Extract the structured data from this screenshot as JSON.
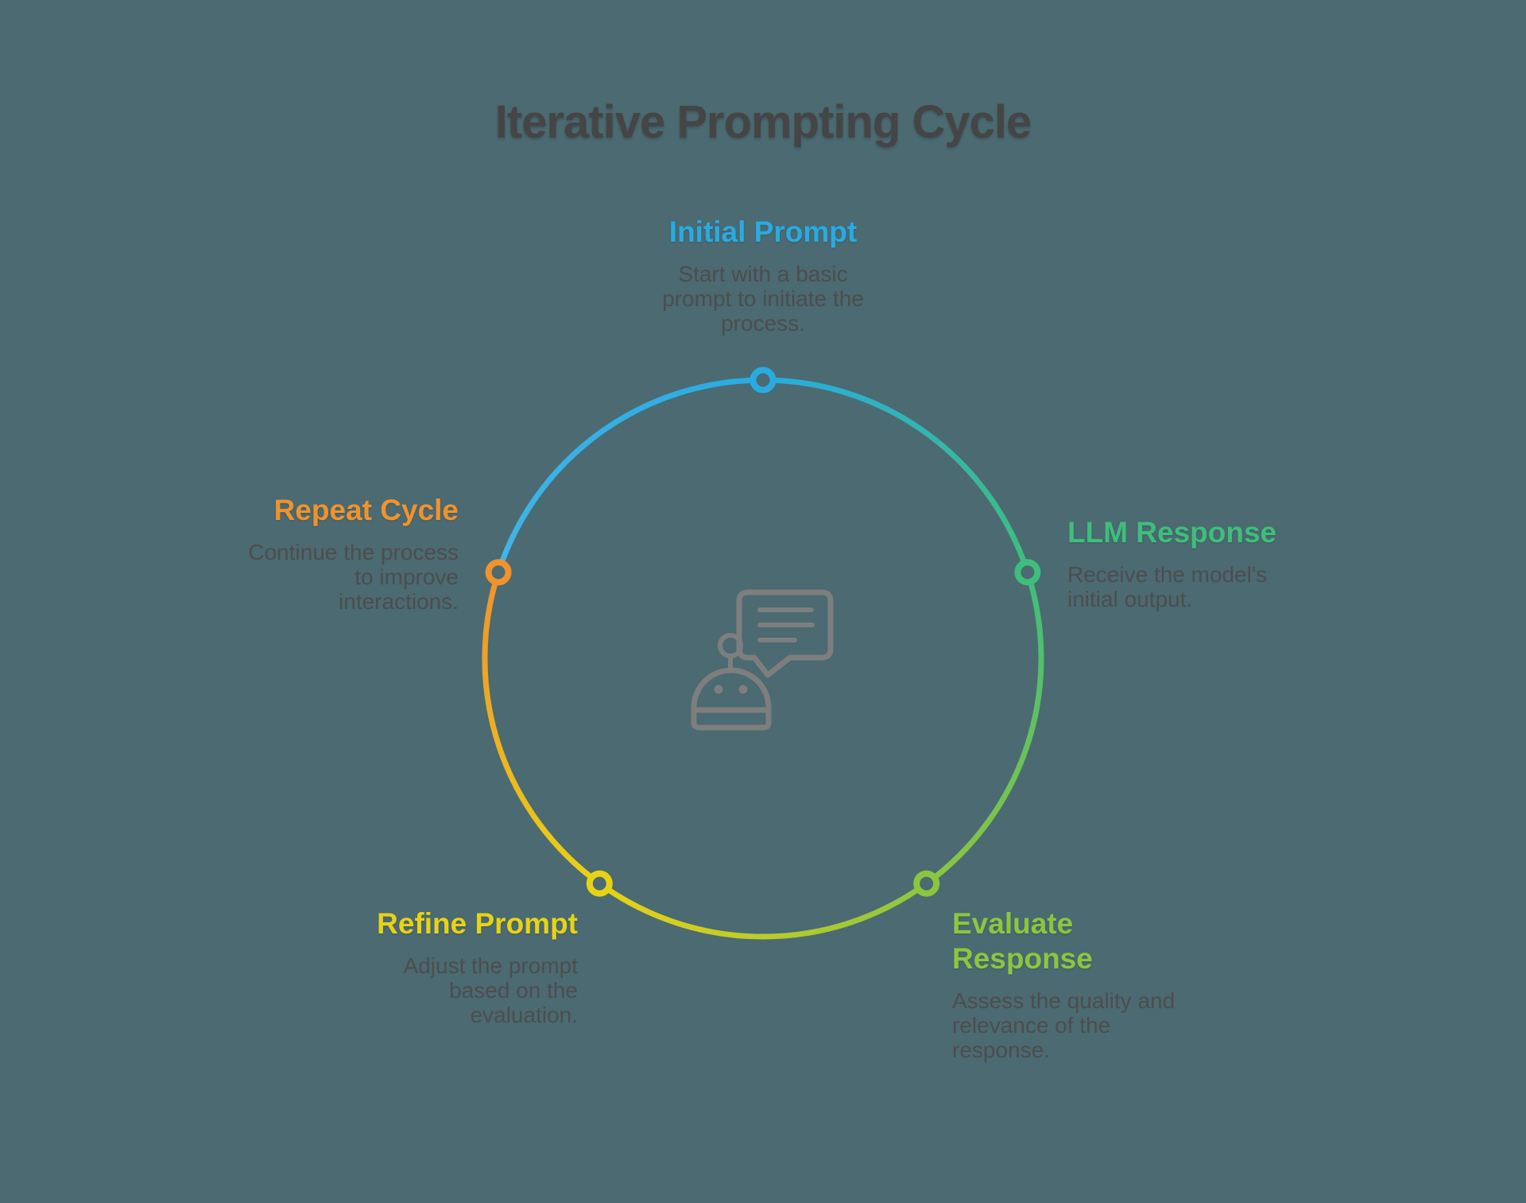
{
  "title": "Iterative Prompting Cycle",
  "colors": {
    "background": "#4B6A72",
    "title": "#454545",
    "description": "#4D4D4D",
    "icon": "#7E7E7E",
    "blue": "#29ABE2",
    "light_blue": "#43B4E5",
    "green": "#3EBE7B",
    "yellow_green": "#8CC63F",
    "yellow": "#E8D215",
    "orange": "#F0932C"
  },
  "stages": [
    {
      "label": "Initial Prompt",
      "color": "#29ABE2",
      "lines": [
        "Start with a basic",
        "prompt to initiate the",
        "process."
      ]
    },
    {
      "label": "LLM Response",
      "color": "#3EBE7B",
      "lines": [
        "Receive the model's",
        "initial output."
      ]
    },
    {
      "label": "Evaluate Response",
      "color": "#8CC63F",
      "lines": [
        "Assess the quality and",
        "relevance of the",
        "response."
      ]
    },
    {
      "label": "Refine Prompt",
      "color": "#E8D215",
      "lines": [
        "Adjust the prompt",
        "based on the",
        "evaluation."
      ]
    },
    {
      "label": "Repeat Cycle",
      "color": "#F0932C",
      "lines": [
        "Continue the process",
        "to improve",
        "interactions."
      ]
    }
  ],
  "icon": {
    "name": "robot-chat-icon"
  }
}
